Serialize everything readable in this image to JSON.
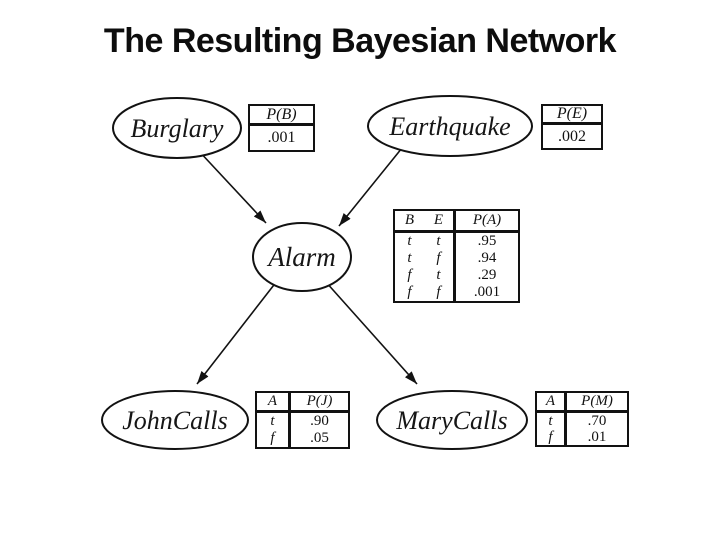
{
  "slide": {
    "title": "The Resulting Bayesian Network"
  },
  "nodes": {
    "burglary": {
      "label": "Burglary"
    },
    "earthquake": {
      "label": "Earthquake"
    },
    "alarm": {
      "label": "Alarm"
    },
    "johncalls": {
      "label": "JohnCalls"
    },
    "marycalls": {
      "label": "MaryCalls"
    }
  },
  "edges": [
    {
      "from": "Burglary",
      "to": "Alarm"
    },
    {
      "from": "Earthquake",
      "to": "Alarm"
    },
    {
      "from": "Alarm",
      "to": "JohnCalls"
    },
    {
      "from": "Alarm",
      "to": "MaryCalls"
    }
  ],
  "tables": {
    "burglary": {
      "header": "P(B)",
      "value": ".001"
    },
    "earthquake": {
      "header": "P(E)",
      "value": ".002"
    },
    "alarm": {
      "col_headers": [
        "B",
        "E",
        "P(A)"
      ],
      "rows": [
        [
          "t",
          "t",
          ".95"
        ],
        [
          "t",
          "f",
          ".94"
        ],
        [
          "f",
          "t",
          ".29"
        ],
        [
          "f",
          "f",
          ".001"
        ]
      ]
    },
    "johncalls": {
      "col_headers": [
        "A",
        "P(J)"
      ],
      "rows": [
        [
          "t",
          ".90"
        ],
        [
          "f",
          ".05"
        ]
      ]
    },
    "marycalls": {
      "col_headers": [
        "A",
        "P(M)"
      ],
      "rows": [
        [
          "t",
          ".70"
        ],
        [
          "f",
          ".01"
        ]
      ]
    }
  },
  "colors": {
    "ink": "#121212",
    "background": "#ffffff"
  }
}
